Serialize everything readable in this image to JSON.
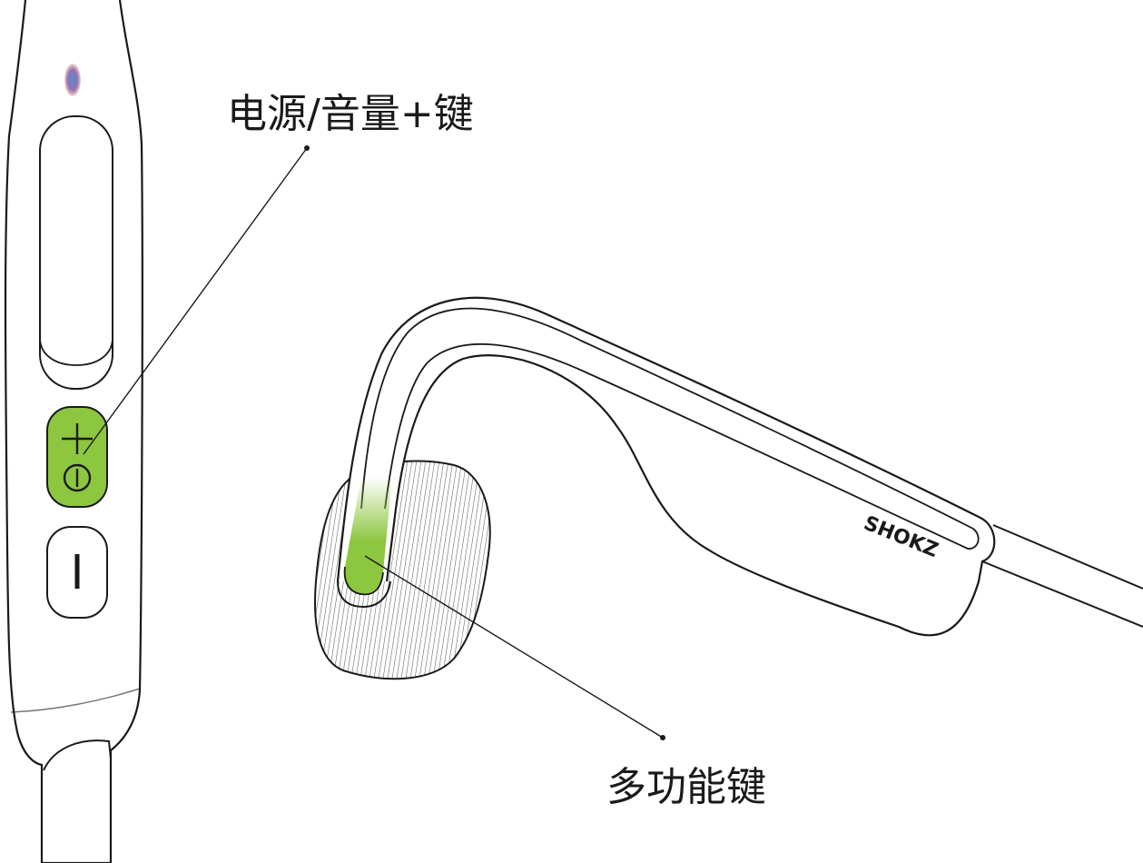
{
  "labels": {
    "power_volume_plus_key": "电源/音量+键",
    "multi_function_key": "多功能键"
  },
  "button_symbols": {
    "plus_power": "+ / ⏻",
    "volume_minus": "I"
  },
  "brand": {
    "logo_text": "SHOKZ"
  },
  "colors": {
    "highlight_green": "#8dc63f",
    "outline": "#1a1a1a",
    "led_blue": "#3a78c8",
    "led_red": "#b02a3a"
  },
  "icons": [
    "plus-icon",
    "power-icon",
    "minus-bar-icon",
    "led-indicator-icon"
  ]
}
